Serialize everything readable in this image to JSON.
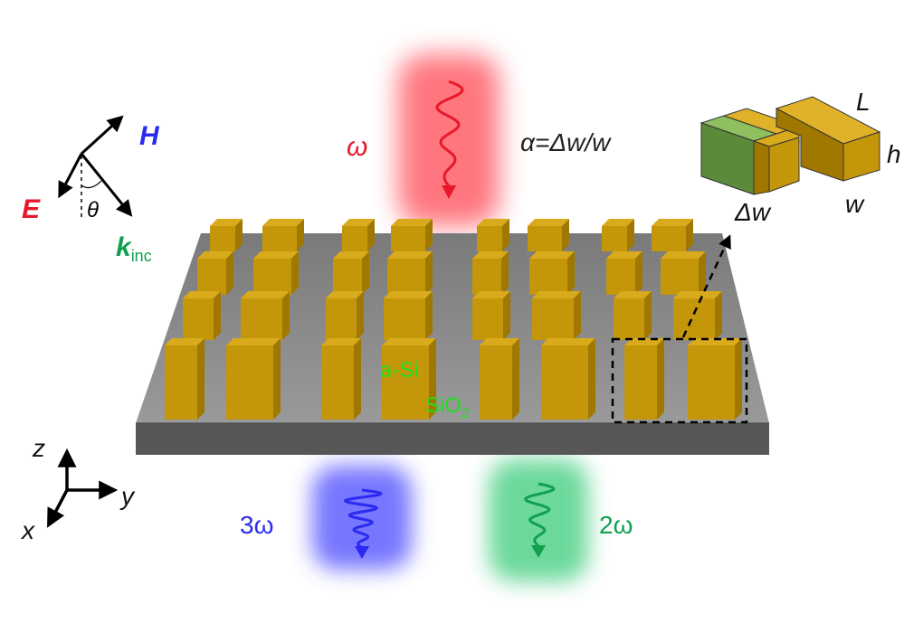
{
  "colors": {
    "red": "#e8182a",
    "blue": "#2a2af0",
    "green": "#10a050",
    "bright_green": "#22dd22",
    "gold": "#c4960a",
    "gold_side": "#a07800",
    "gold_top": "#d9aa1c",
    "defect_green": "#5a8a3a",
    "substrate_top": "#8a8a8a",
    "substrate_front": "#5a5a5a"
  },
  "labels": {
    "omega": "ω",
    "three_omega": "3ω",
    "two_omega": "2ω",
    "alpha_formula": "α=Δw/w",
    "field_E": "E",
    "field_H": "H",
    "k_main": "k",
    "k_sub": "inc",
    "theta": "θ",
    "material_si": "a-Si",
    "material_sio2_main": "SiO",
    "material_sio2_sub": "2",
    "dim_L": "L",
    "dim_h": "h",
    "dim_w": "w",
    "dim_delta_w": "Δw",
    "axis_x": "x",
    "axis_y": "y",
    "axis_z": "z"
  },
  "icons": {
    "wave_in": "wavy-arrow-down-icon",
    "wave_out_blue": "wavy-arrow-down-icon",
    "wave_out_green": "wavy-arrow-down-icon"
  }
}
